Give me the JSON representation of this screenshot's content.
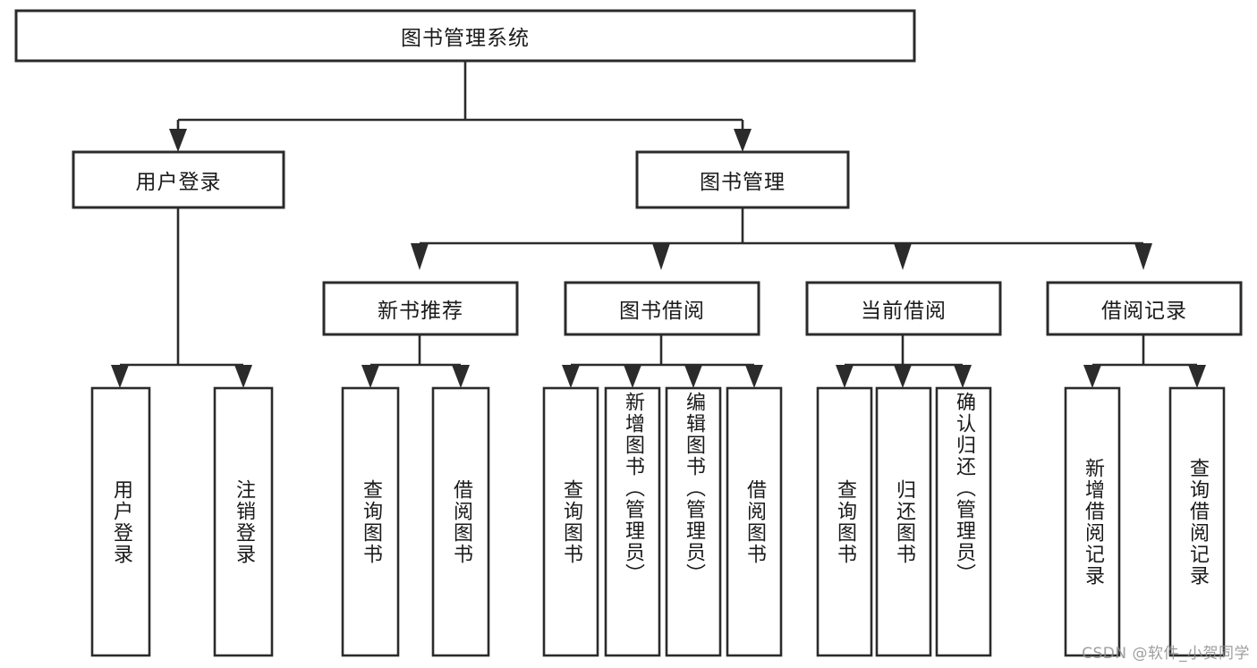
{
  "diagram": {
    "type": "tree-hierarchy",
    "title": "图书管理系统",
    "orientation": "top-down",
    "watermark": "CSDN @软件_小贺同学",
    "colors": {
      "stroke": "#2b2b2b",
      "fill": "#ffffff",
      "text": "#1a1a1a",
      "watermark": "#8e8e8e"
    },
    "nodes": {
      "root": {
        "label": "图书管理系统",
        "level": 1,
        "orientation": "horizontal"
      },
      "l2": [
        {
          "id": "user-login",
          "label": "用户登录",
          "level": 2,
          "orientation": "horizontal"
        },
        {
          "id": "book-manage",
          "label": "图书管理",
          "level": 2,
          "orientation": "horizontal"
        }
      ],
      "l3": [
        {
          "id": "new-book-recommend",
          "label": "新书推荐",
          "level": 3,
          "orientation": "horizontal"
        },
        {
          "id": "book-borrow",
          "label": "图书借阅",
          "level": 3,
          "orientation": "horizontal"
        },
        {
          "id": "current-borrow",
          "label": "当前借阅",
          "level": 3,
          "orientation": "horizontal"
        },
        {
          "id": "borrow-record",
          "label": "借阅记录",
          "level": 3,
          "orientation": "horizontal"
        }
      ],
      "leaves": [
        {
          "id": "leaf-user-login",
          "label": "用户登录",
          "parent": "user-login",
          "orientation": "vertical"
        },
        {
          "id": "leaf-logout-login",
          "label": "注销登录",
          "parent": "user-login",
          "orientation": "vertical"
        },
        {
          "id": "leaf-query-book-1",
          "label": "查询图书",
          "parent": "new-book-recommend",
          "orientation": "vertical"
        },
        {
          "id": "leaf-borrow-book-1",
          "label": "借阅图书",
          "parent": "new-book-recommend",
          "orientation": "vertical"
        },
        {
          "id": "leaf-query-book-2",
          "label": "查询图书",
          "parent": "book-borrow",
          "orientation": "vertical"
        },
        {
          "id": "leaf-add-book",
          "label": "新增图书（管理员）",
          "parent": "book-borrow",
          "orientation": "vertical"
        },
        {
          "id": "leaf-edit-book",
          "label": "编辑图书（管理员）",
          "parent": "book-borrow",
          "orientation": "vertical"
        },
        {
          "id": "leaf-borrow-book-2",
          "label": "借阅图书",
          "parent": "book-borrow",
          "orientation": "vertical"
        },
        {
          "id": "leaf-query-book-3",
          "label": "查询图书",
          "parent": "current-borrow",
          "orientation": "vertical"
        },
        {
          "id": "leaf-return-book",
          "label": "归还图书",
          "parent": "current-borrow",
          "orientation": "vertical"
        },
        {
          "id": "leaf-confirm-return",
          "label": "确认归还（管理员）",
          "parent": "current-borrow",
          "orientation": "vertical"
        },
        {
          "id": "leaf-add-borrow-record",
          "label": "新增借阅记录",
          "parent": "borrow-record",
          "orientation": "vertical"
        },
        {
          "id": "leaf-query-borrow-record",
          "label": "查询借阅记录",
          "parent": "borrow-record",
          "orientation": "vertical"
        }
      ]
    }
  }
}
